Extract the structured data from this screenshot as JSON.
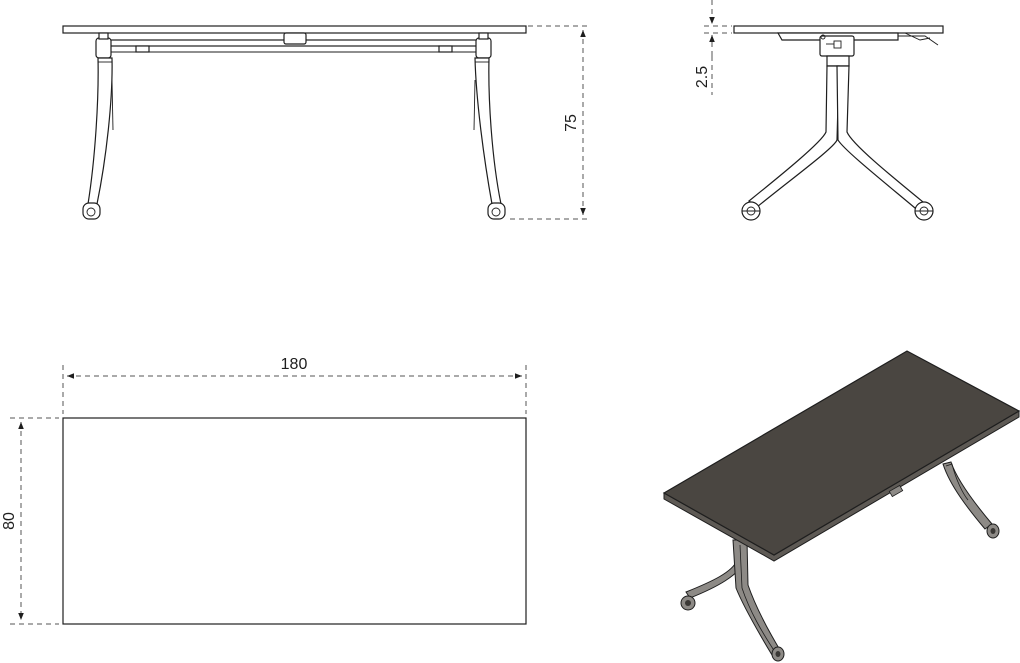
{
  "dimensions": {
    "height": "75",
    "top_thickness": "2.5",
    "length": "180",
    "width": "80"
  },
  "colors": {
    "line": "#1e1e1e",
    "dim_line": "#555555",
    "top_surface": "#4a4641",
    "top_edge": "#5e5a55",
    "frame": "#8d8a86"
  }
}
